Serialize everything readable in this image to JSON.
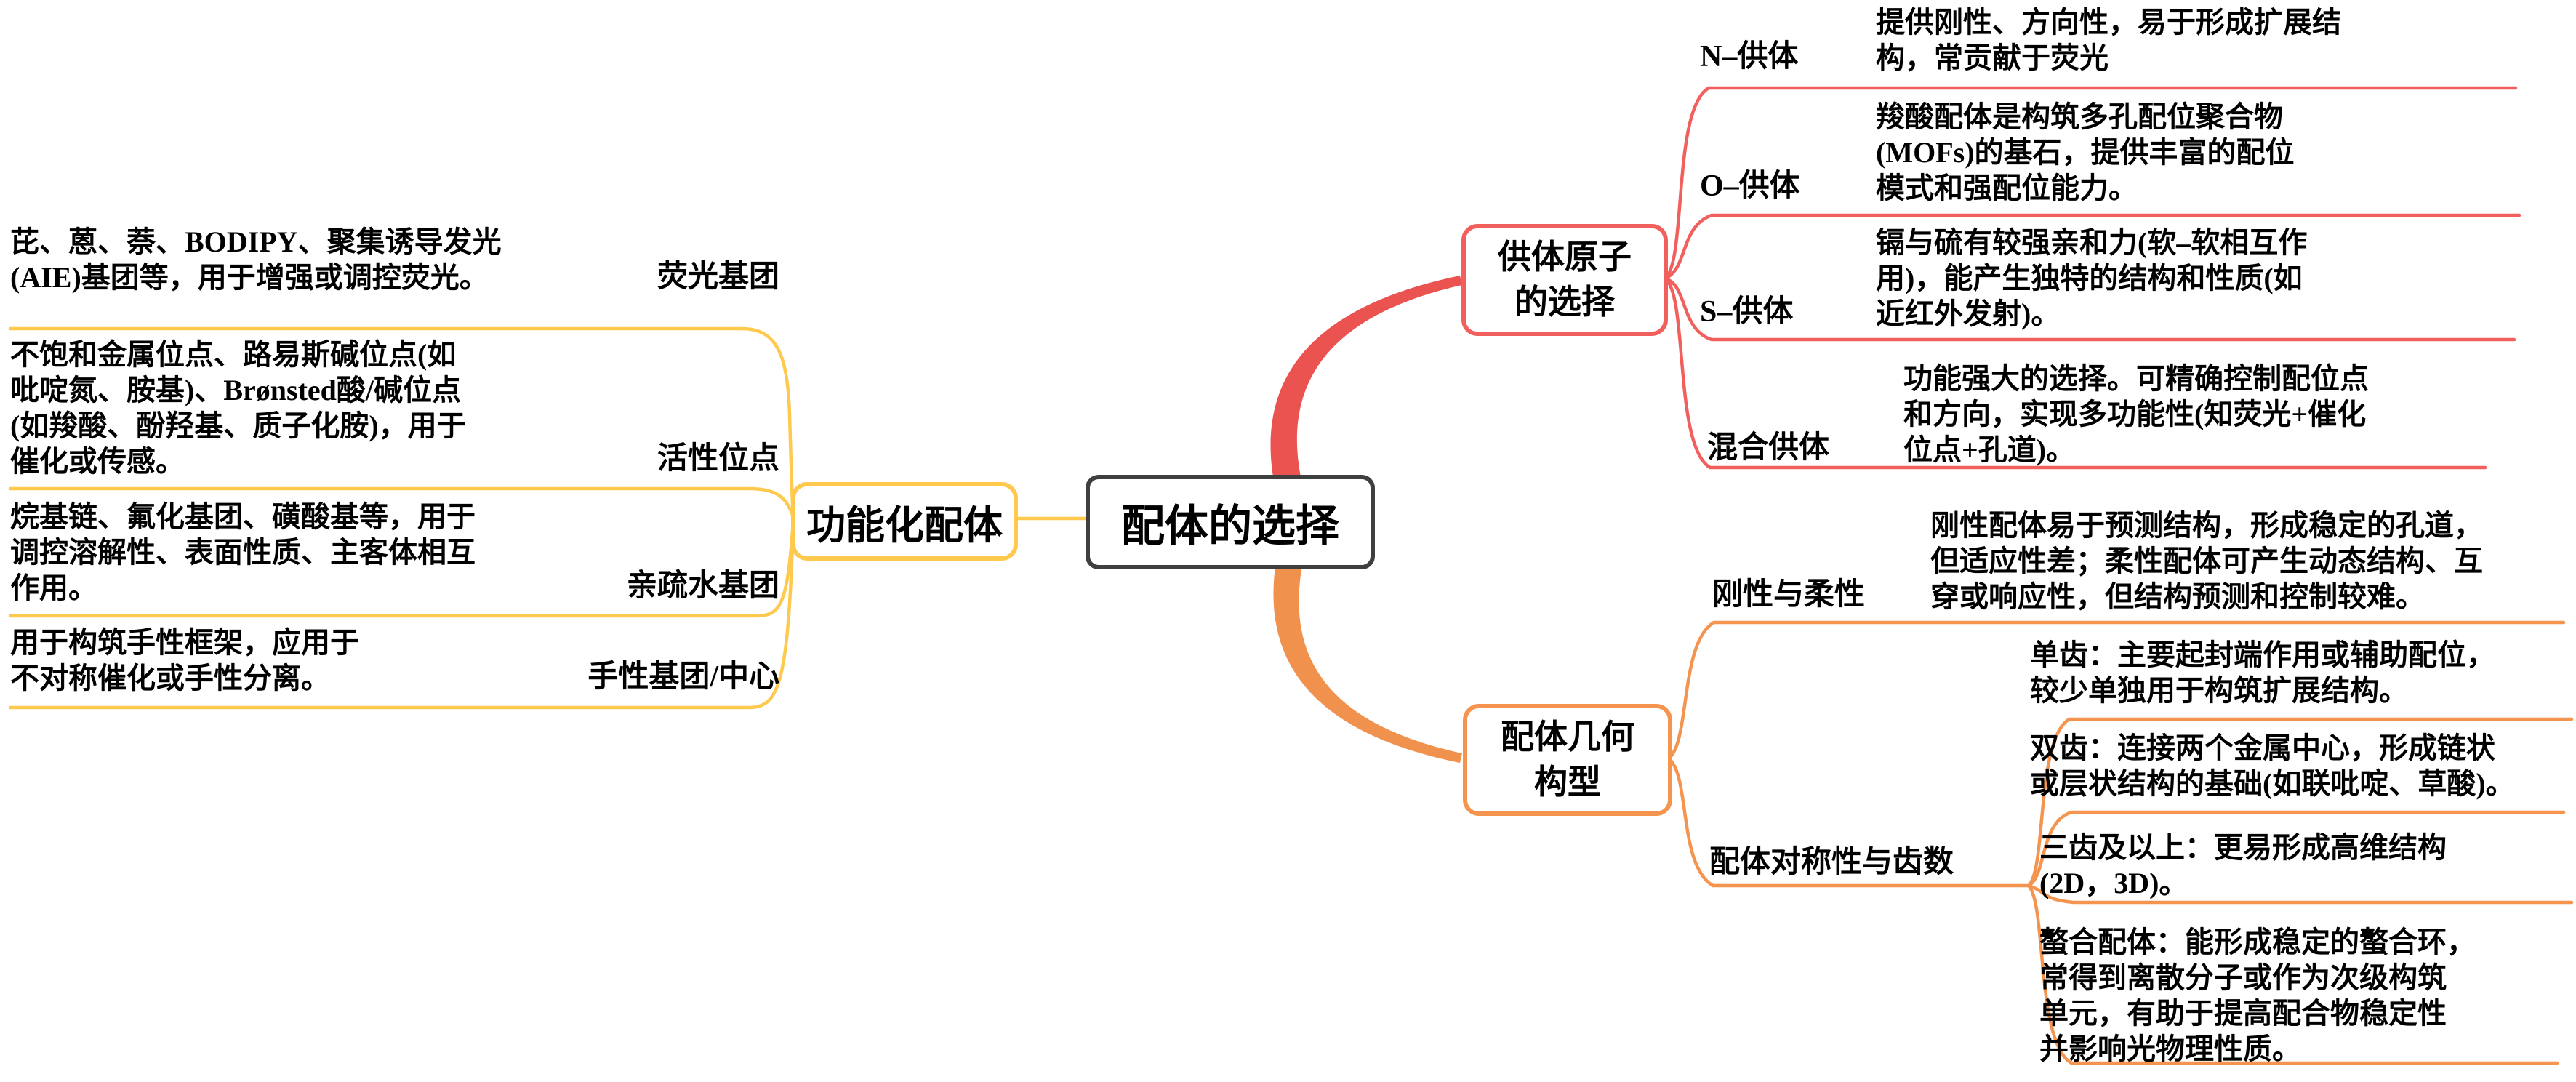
{
  "colors": {
    "yellow": "#FFC94E",
    "salmon": "#F2605E",
    "orange": "#F4944F",
    "arc-red": "#EA5350",
    "arc-orange": "#F0914E",
    "node-border": "#3F3F3F",
    "text": "#000000",
    "bg": "#FFFFFF"
  },
  "root": {
    "label": "配体的选择"
  },
  "branches": {
    "functional": {
      "label": "功能化配体",
      "items": [
        {
          "label": "荧光基团",
          "text": "芘、蒽、萘、BODIPY、聚集诱导发光\n(AIE)基团等，用于增强或调控荧光。"
        },
        {
          "label": "活性位点",
          "text": "不饱和金属位点、路易斯碱位点(如\n吡啶氮、胺基)、Brønsted酸/碱位点\n(如羧酸、酚羟基、质子化胺)，用于\n催化或传感。"
        },
        {
          "label": "亲疏水基团",
          "text": "烷基链、氟化基团、磺酸基等，用于\n调控溶解性、表面性质、主客体相互\n作用。"
        },
        {
          "label": "手性基团/中心",
          "text": "用于构筑手性框架，应用于\n不对称催化或手性分离。"
        }
      ]
    },
    "donor": {
      "label": "供体原子\n的选择",
      "items": [
        {
          "label": "N–供体",
          "text": "提供刚性、方向性，易于形成扩展结\n构，常贡献于荧光"
        },
        {
          "label": "O–供体",
          "text": "羧酸配体是构筑多孔配位聚合物\n(MOFs)的基石，提供丰富的配位\n模式和强配位能力。"
        },
        {
          "label": "S–供体",
          "text": "镉与硫有较强亲和力(软–软相互作\n用)，能产生独特的结构和性质(如\n近红外发射)。"
        },
        {
          "label": "混合供体",
          "text": "功能强大的选择。可精确控制配位点\n和方向，实现多功能性(知荧光+催化\n位点+孔道)。"
        }
      ]
    },
    "geometry": {
      "label": "配体几何\n构型",
      "items": [
        {
          "label": "刚性与柔性",
          "text": "刚性配体易于预测结构，形成稳定的孔道，\n但适应性差；柔性配体可产生动态结构、互\n穿或响应性，但结构预测和控制较难。"
        },
        {
          "label": "配体对称性与齿数",
          "children": [
            {
              "text": "单齿：主要起封端作用或辅助配位，\n较少单独用于构筑扩展结构。"
            },
            {
              "text": "双齿：连接两个金属中心，形成链状\n或层状结构的基础(如联吡啶、草酸)。"
            },
            {
              "text": "三齿及以上：更易形成高维结构\n(2D，3D)。"
            },
            {
              "text": "螯合配体：能形成稳定的螯合环，\n常得到离散分子或作为次级构筑\n单元，有助于提高配合物稳定性\n并影响光物理性质。"
            }
          ]
        }
      ]
    }
  }
}
